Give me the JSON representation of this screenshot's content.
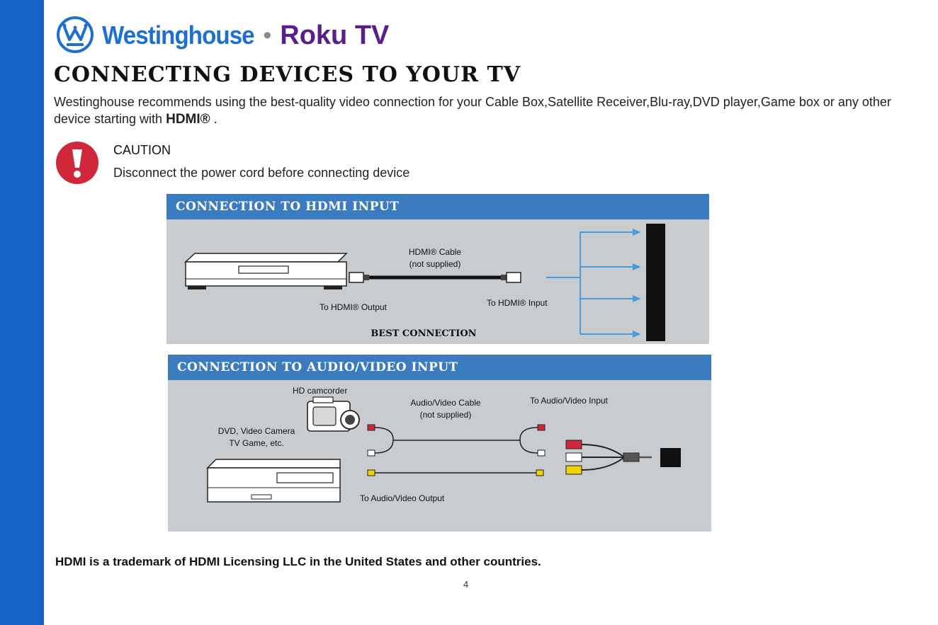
{
  "brand": {
    "name": "Westinghouse",
    "separator": "•",
    "partner": "Roku TV"
  },
  "page": {
    "title": "CONNECTING DEVICES TO YOUR TV",
    "intro_text": "Westinghouse recommends using the best-quality video connection for your Cable Box,Satellite Receiver,Blu-ray,DVD player,Game box or any other device starting with",
    "intro_hdmi": "HDMI®",
    "intro_end": " .",
    "number": "4"
  },
  "caution": {
    "title": "CAUTION",
    "text": "Disconnect the power cord before connecting device"
  },
  "hdmi_panel": {
    "header": "CONNECTION TO HDMI INPUT",
    "cable_label_1": "HDMI® Cable",
    "cable_label_2": "(not supplied)",
    "output_label": "To HDMI® Output",
    "input_label": "To HDMI® Input",
    "footer": "BEST CONNECTION"
  },
  "av_panel": {
    "header": "CONNECTION TO AUDIO/VIDEO INPUT",
    "camcorder_label": "HD camcorder",
    "device_label_1": "DVD, Video Camera",
    "device_label_2": "TV Game, etc.",
    "cable_label_1": "Audio/Video Cable",
    "cable_label_2": "(not supplied)",
    "input_label": "To Audio/Video Input",
    "output_label": "To Audio/Video Output"
  },
  "footnote": "HDMI is a trademark of HDMI Licensing LLC in the United States and other countries.",
  "colors": {
    "sidebar": "#1663c7",
    "brand_blue": "#1f6fd1",
    "roku_purple": "#5a1e8c",
    "panel_header": "#3b7bc0",
    "panel_bg": "#c9cccf",
    "caution_red": "#d0283a",
    "arrow_blue": "#4a9bdc"
  },
  "icons": [
    "westinghouse-logo-icon",
    "caution-icon"
  ]
}
